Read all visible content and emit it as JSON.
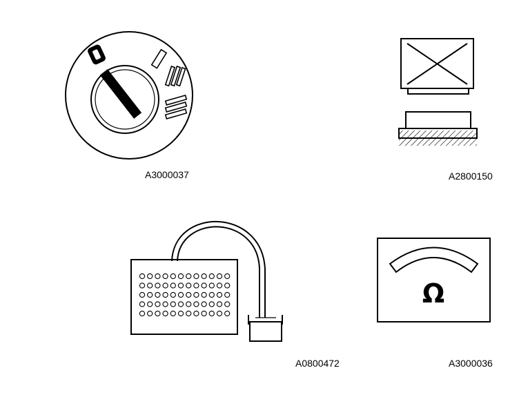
{
  "figures": [
    {
      "id": "switch",
      "caption": "A3000037",
      "icon": "rotary-light-switch-icon"
    },
    {
      "id": "connector",
      "caption": "A2800150",
      "icon": "disconnected-connector-icon"
    },
    {
      "id": "breakout-box",
      "caption": "A0800472",
      "icon": "breakout-box-icon"
    },
    {
      "id": "ohmmeter",
      "caption": "A3000036",
      "icon": "ohmmeter-icon",
      "symbol": "Ω"
    }
  ],
  "colors": {
    "ink": "#000000",
    "paper": "#ffffff"
  }
}
